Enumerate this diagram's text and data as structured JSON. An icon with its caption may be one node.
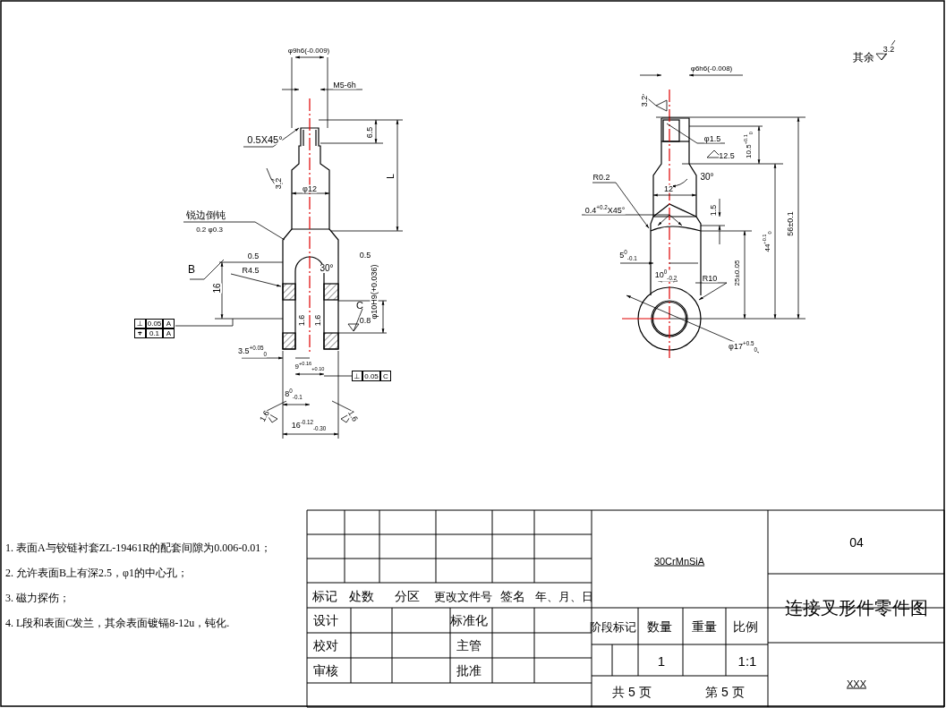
{
  "diagram": {
    "labels": [
      "φ9h6(-0.009)",
      "M5-6h",
      "0.5X45°",
      "6.5",
      "L",
      "3.2",
      "φ12",
      "锐边倒钝",
      "0.2 φ0.3",
      "0.5",
      "0.5",
      "B",
      "R4.5",
      "30°",
      "16",
      "φ10H9(+0.036)",
      "C",
      "⊥",
      "0.05",
      "A",
      "1.6",
      "1.6",
      "0.8",
      "⌖",
      "0.1",
      "A",
      "3.5$^{+0.05}$$_{0}$",
      "9$^{+0.16}$$_{+0.10}$",
      "⊥",
      "0.05",
      "C",
      "8$^{0}$$_{-0.1}$",
      "1.6",
      "1.6",
      "16$^{-0.12}$$_{-0.30}$",
      "φ6h6(-0.008)",
      "3.2",
      "φ1.5",
      "12.5",
      "10.5$^{+0.1}$$_{0}$",
      "R0.2",
      "30°",
      "12",
      "0.4$^{+0.2}$X45°",
      "1.5",
      "5$^{0}$$_{-0.1}$",
      "10$^{0}$$_{-0.2}$",
      "R10",
      "25±0.05",
      "44$^{+0.1}$$_{0}$",
      "56±0.1",
      "φ17$^{+0.5}$$_{0}$",
      "其余",
      "3.2",
      "1. 表面A与铰链衬套ZL-19461R的配套间隙为0.006-0.01；",
      "2. 允许表面B上有深2.5，φ1的中心孔；",
      "3. 磁力探伤；",
      "4. L段和表面C发兰，其余表面镀镉8-12u，钝化.",
      "30CrMnSiA",
      "04",
      "标记",
      "处数",
      "分区",
      "更改文件号",
      "签名",
      "年、月、日",
      "连接叉形件零件图",
      "设计",
      "标准化",
      "阶段标记",
      "数量",
      "重量",
      "比例",
      "校对",
      "主管",
      "审核",
      "批准",
      "1",
      "1:1",
      "共 5 页",
      "第 5 页",
      "XXX"
    ]
  }
}
